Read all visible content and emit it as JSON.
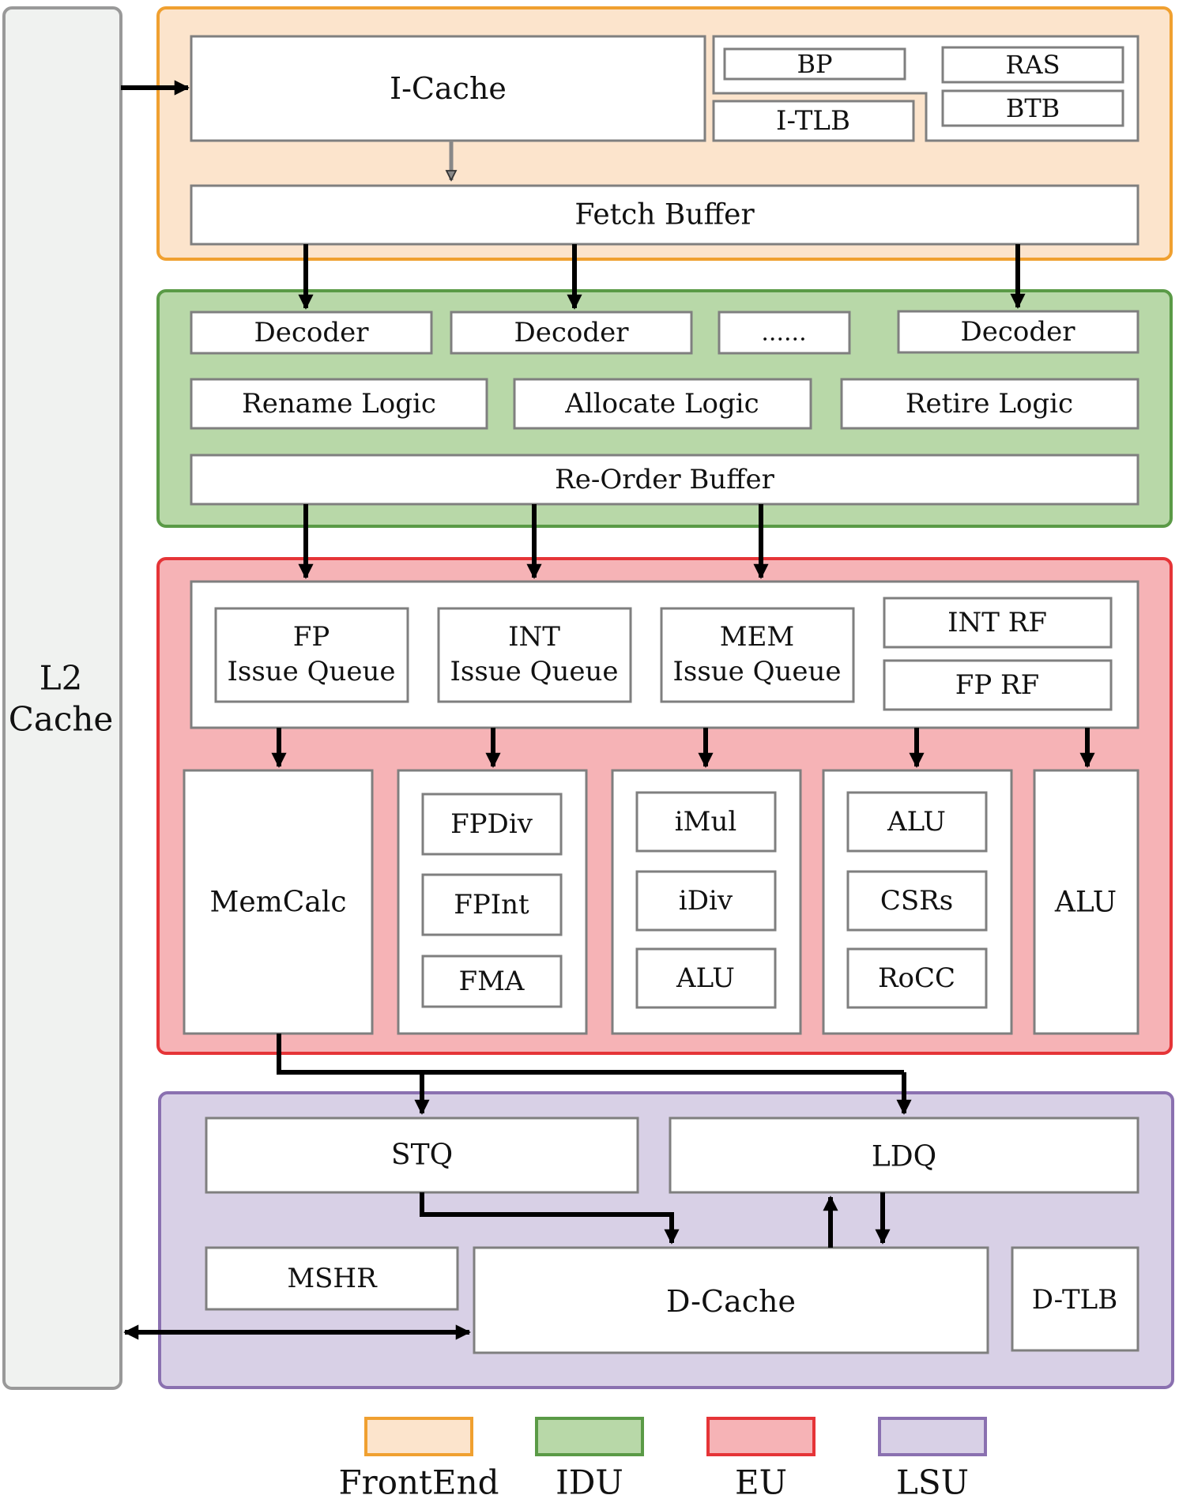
{
  "colors": {
    "frontend_fill": "#fce4cc",
    "frontend_stroke": "#f0a030",
    "idu_fill": "#b8d8a8",
    "idu_stroke": "#5a9a46",
    "eu_fill": "#f6b3b6",
    "eu_stroke": "#e53437",
    "lsu_fill": "#d8d0e6",
    "lsu_stroke": "#8a70b0",
    "l2_fill": "#f0f2f0",
    "l2_stroke": "#999999",
    "box_fill": "#ffffff",
    "box_stroke": "#7f7f7f"
  },
  "l2": {
    "line1": "L2",
    "line2": "Cache"
  },
  "frontend": {
    "icache": "I-Cache",
    "bp": "BP",
    "ras": "RAS",
    "btb": "BTB",
    "itlb": "I-TLB",
    "fetch_buffer": "Fetch Buffer"
  },
  "idu": {
    "decoders": [
      "Decoder",
      "Decoder",
      "......",
      "Decoder"
    ],
    "rename": "Rename Logic",
    "allocate": "Allocate Logic",
    "retire": "Retire Logic",
    "rob": "Re-Order Buffer"
  },
  "eu": {
    "fp_iq": {
      "line1": "FP",
      "line2": "Issue Queue"
    },
    "int_iq": {
      "line1": "INT",
      "line2": "Issue Queue"
    },
    "mem_iq": {
      "line1": "MEM",
      "line2": "Issue Queue"
    },
    "int_rf": "INT RF",
    "fp_rf": "FP RF",
    "memcalc": "MemCalc",
    "fp_units": [
      "FPDiv",
      "FPInt",
      "FMA"
    ],
    "int_units": [
      "iMul",
      "iDiv",
      "ALU"
    ],
    "misc_units": [
      "ALU",
      "CSRs",
      "RoCC"
    ],
    "alu": "ALU"
  },
  "lsu": {
    "stq": "STQ",
    "ldq": "LDQ",
    "mshr": "MSHR",
    "dcache": "D-Cache",
    "dtlb": "D-TLB"
  },
  "legend": [
    "FrontEnd",
    "IDU",
    "EU",
    "LSU"
  ]
}
